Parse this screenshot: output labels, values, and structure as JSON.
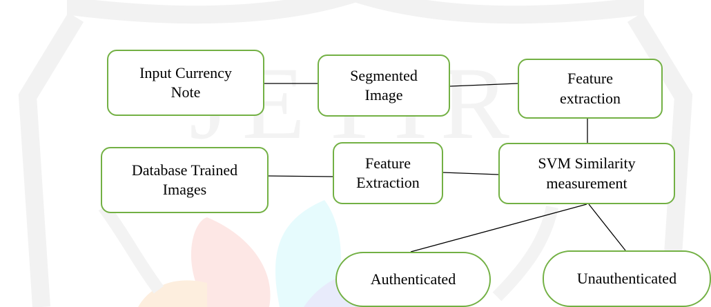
{
  "diagram": {
    "nodes": {
      "input_note": "Input Currency\nNote",
      "segmented": "Segmented\nImage",
      "feature_extraction_1": "Feature\nextraction",
      "database": "Database Trained\nImages",
      "feature_extraction_2": "Feature\nExtraction",
      "svm": "SVM Similarity\nmeasurement",
      "authenticated": "Authenticated",
      "unauthenticated": "Unauthenticated"
    },
    "edges": [
      [
        "input_note",
        "segmented"
      ],
      [
        "segmented",
        "feature_extraction_1"
      ],
      [
        "feature_extraction_1",
        "svm"
      ],
      [
        "database",
        "feature_extraction_2"
      ],
      [
        "feature_extraction_2",
        "svm"
      ],
      [
        "svm",
        "authenticated"
      ],
      [
        "svm",
        "unauthenticated"
      ]
    ],
    "colors": {
      "node_border": "#72b043",
      "line": "#000000"
    }
  },
  "watermark": {
    "text": "JETIR"
  }
}
